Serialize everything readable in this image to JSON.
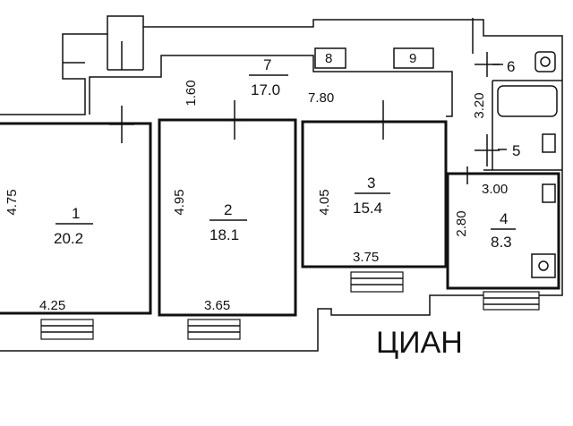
{
  "rooms": [
    {
      "id": "1",
      "area": "20.2"
    },
    {
      "id": "2",
      "area": "18.1"
    },
    {
      "id": "3",
      "area": "15.4"
    },
    {
      "id": "4",
      "area": "8.3"
    },
    {
      "id": "5"
    },
    {
      "id": "6"
    },
    {
      "id": "7",
      "area": "17.0"
    },
    {
      "id": "8"
    },
    {
      "id": "9"
    }
  ],
  "dimensions": {
    "d_160": "1.60",
    "d_780": "7.80",
    "d_320": "3.20",
    "d_475": "4.75",
    "d_495": "4.95",
    "d_405": "4.05",
    "d_300": "3.00",
    "d_280": "2.80",
    "d_375": "3.75",
    "d_425": "4.25",
    "d_365": "3.65"
  },
  "watermark": "ЦИАН"
}
